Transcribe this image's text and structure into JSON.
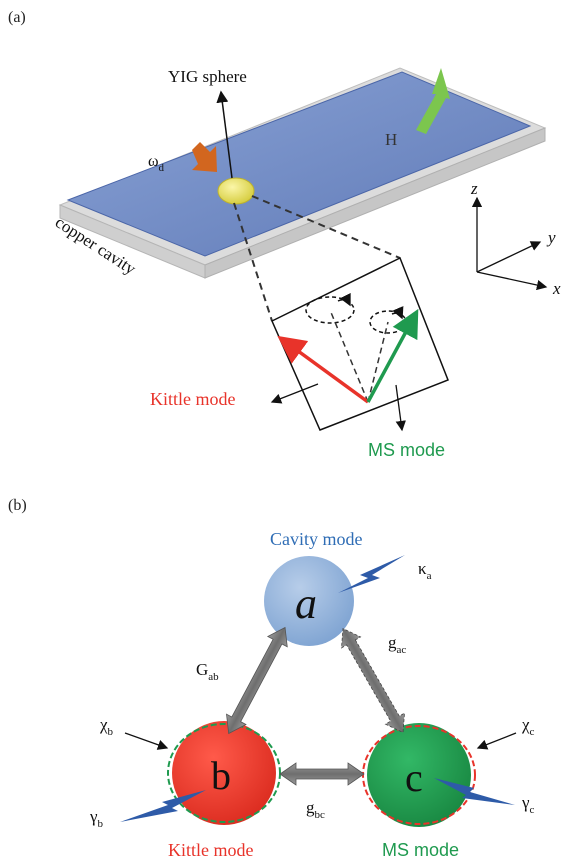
{
  "panel_a": {
    "label": "(a)",
    "yig_label": "YIG sphere",
    "field_label": "H",
    "drive_label": "ω",
    "drive_sub": "d",
    "cavity_label": "copper cavity",
    "axes": {
      "z": "z",
      "y": "y",
      "x": "x"
    },
    "kittle_label": "Kittle mode",
    "ms_label": "MS mode"
  },
  "panel_b": {
    "label": "(b)",
    "cavity_mode_label": "Cavity mode",
    "node_a": "a",
    "node_b": "b",
    "node_c": "c",
    "kappa": "κ",
    "kappa_sub": "a",
    "chi_b": "χ",
    "chi_b_sub": "b",
    "chi_c": "χ",
    "chi_c_sub": "c",
    "gamma_b": "γ",
    "gamma_b_sub": "b",
    "gamma_c": "γ",
    "gamma_c_sub": "c",
    "G_ab": "G",
    "G_ab_sub": "ab",
    "g_ac": "g",
    "g_ac_sub": "ac",
    "g_bc": "g",
    "g_bc_sub": "bc",
    "kittle_label": "Kittle mode",
    "ms_label": "MS mode"
  },
  "colors": {
    "cavity_blue": "#6b85c0",
    "kittle_red": "#e8332a",
    "ms_green": "#1f9a4f",
    "label_blue": "#2f6db5",
    "field_green": "#7cc64e",
    "drive_orange": "#d2661f",
    "yig_yellow": "#e8e05a",
    "lightning_blue": "#2e5ba8"
  }
}
